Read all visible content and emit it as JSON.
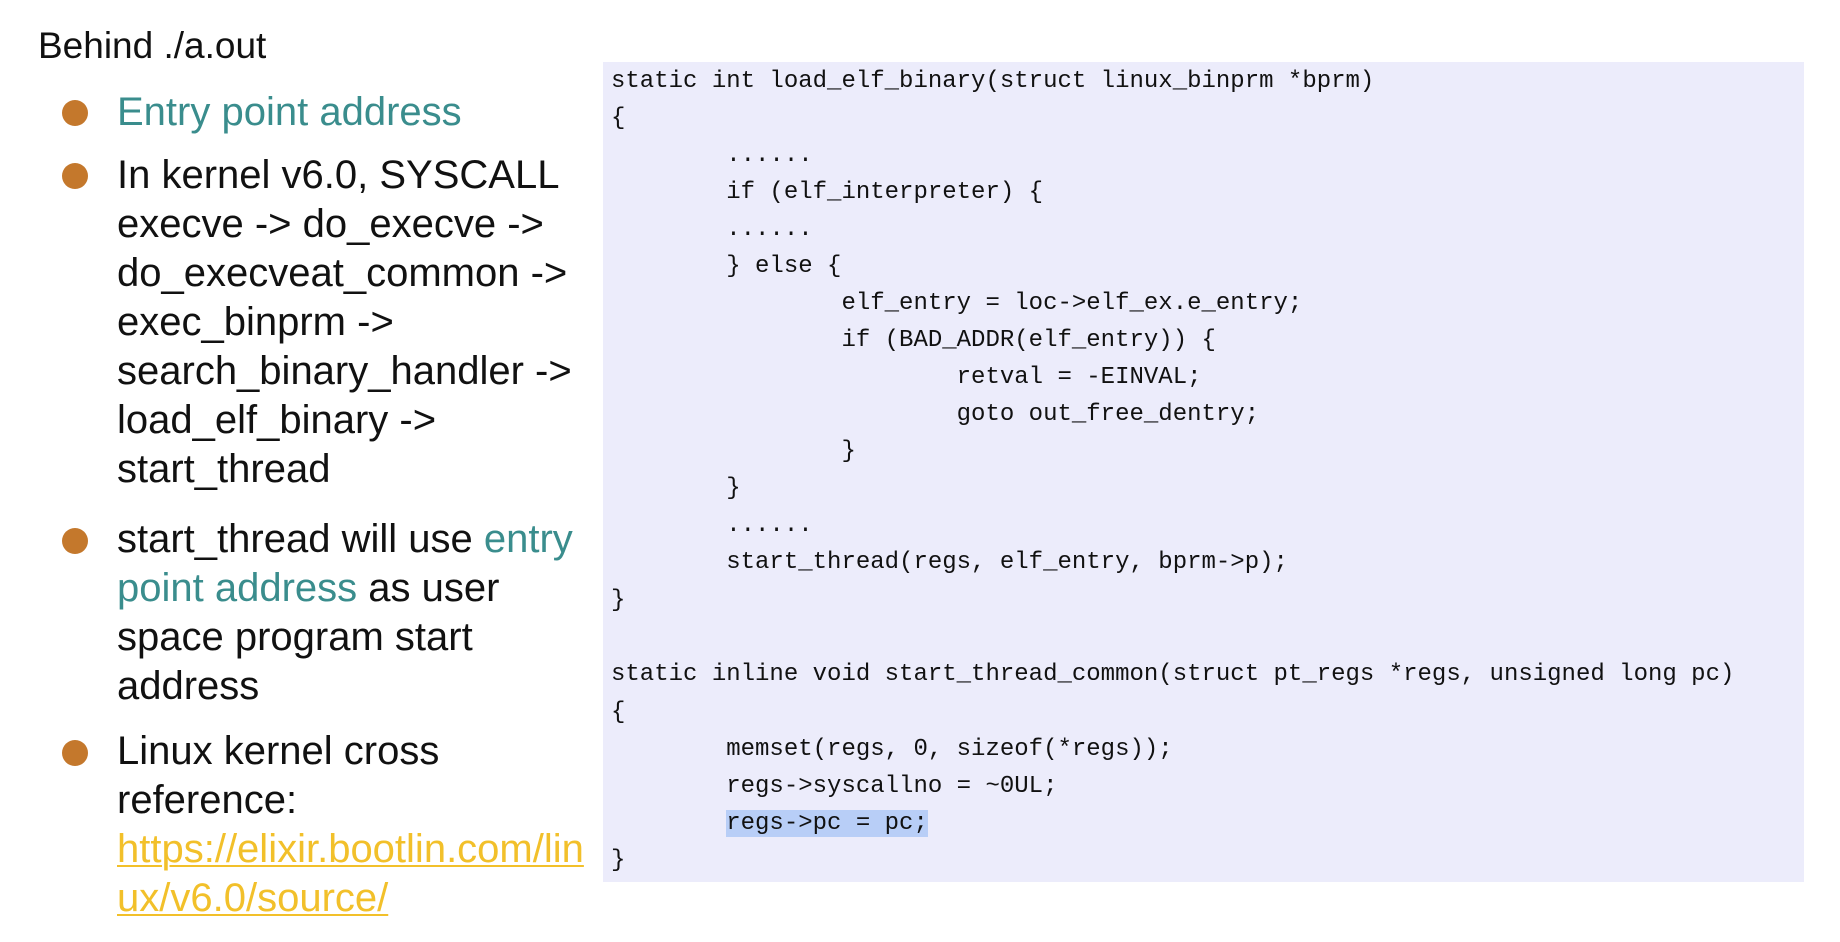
{
  "slide": {
    "title": "Behind ./a.out"
  },
  "bullets": {
    "b1": {
      "line1": "Entry point address"
    },
    "b2": {
      "line1": "In kernel v6.0, SYSCALL",
      "line2": "execve -> do_execve ->",
      "line3": "do_execveat_common ->",
      "line4": "exec_binprm ->",
      "line5": "search_binary_handler ->",
      "line6": "load_elf_binary ->",
      "line7": "start_thread"
    },
    "b3": {
      "part1": "start_thread will use ",
      "part2": "entry",
      "part3": "point address",
      "part4": " as user",
      "line3": "space program start",
      "line4": "address"
    },
    "b4": {
      "line1": "Linux kernel cross",
      "line2": "reference:",
      "link1": "https://elixir.bootlin.com/lin",
      "link2": "ux/v6.0/source/"
    }
  },
  "code": {
    "l01": "static int load_elf_binary(struct linux_binprm *bprm)",
    "l02": "{",
    "l03": "        ......",
    "l04": "        if (elf_interpreter) {",
    "l05": "        ......",
    "l06": "        } else {",
    "l07": "                elf_entry = loc->elf_ex.e_entry;",
    "l08": "                if (BAD_ADDR(elf_entry)) {",
    "l09": "                        retval = -EINVAL;",
    "l10": "                        goto out_free_dentry;",
    "l11": "                }",
    "l12": "        }",
    "l13": "        ......",
    "l14": "        start_thread(regs, elf_entry, bprm->p);",
    "l15": "}",
    "l16": "static inline void start_thread_common(struct pt_regs *regs, unsigned long pc)",
    "l17": "{",
    "l18": "        memset(regs, 0, sizeof(*regs));",
    "l19": "        regs->syscallno = ~0UL;",
    "l20_indent": "        ",
    "l20_highlight": "regs->pc = pc;",
    "l21": "}"
  },
  "colors": {
    "bullet": "#c4782c",
    "teal_text": "#3a8d8d",
    "link": "#f2c02a",
    "code_background": "#ececfb",
    "code_highlight": "#b8cef7"
  }
}
